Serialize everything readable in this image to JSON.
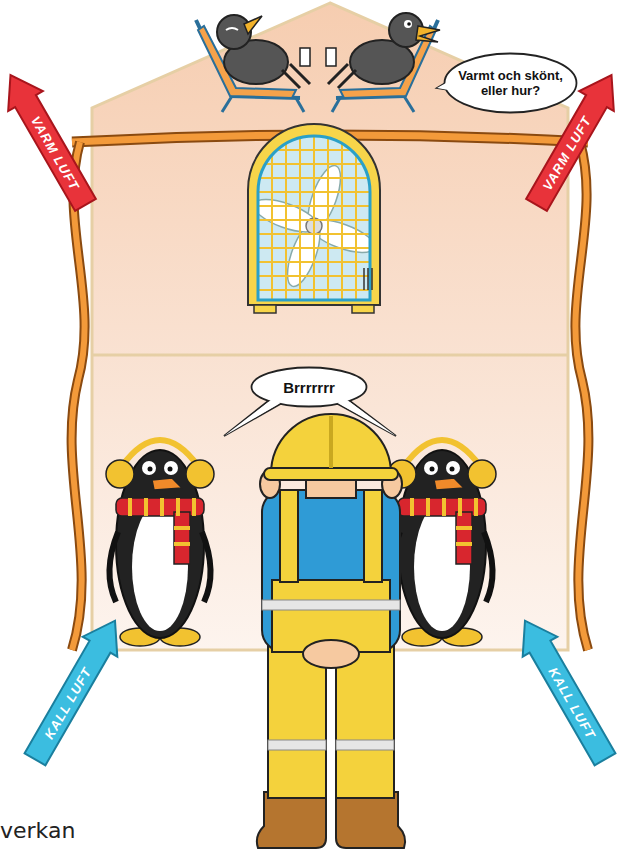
{
  "diagram": {
    "nodes": [
      {
        "text": [
          "Varmt och skönt, eller hur?"
        ]
      },
      {
        "text": [
          "VARM LUFT"
        ]
      },
      {
        "text": [
          "VARM LUFT"
        ]
      },
      {
        "text": [
          "Brrrrrrr"
        ]
      },
      {
        "text": [
          "KALL LUFT"
        ]
      },
      {
        "text": [
          "KALL LUFT"
        ]
      }
    ],
    "labels": [
      "verkan"
    ]
  }
}
